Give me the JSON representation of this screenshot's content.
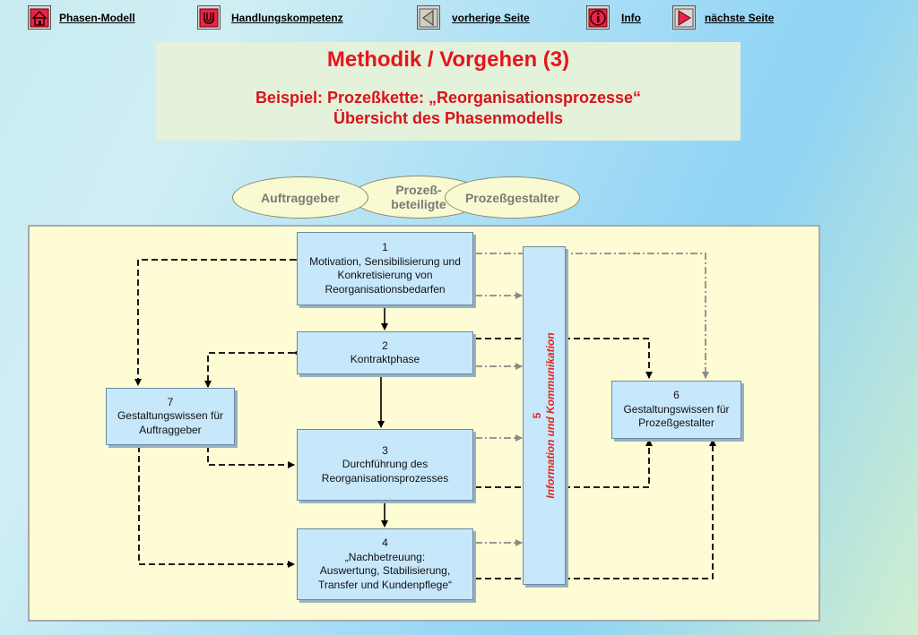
{
  "nav": {
    "phasen_modell": "Phasen-Modell",
    "handlungskompetenz": "Handlungskompetenz",
    "vorherige_seite": "vorherige Seite",
    "info": "Info",
    "naechste_seite": "nächste Seite",
    "icons": [
      "home-icon",
      "magnet-icon",
      "previous-arrow-icon",
      "info-icon",
      "next-arrow-icon"
    ]
  },
  "header": {
    "title": "Methodik / Vorgehen (3)",
    "subtitle_line1": "Beispiel: Prozeßkette: „Reorganisationsprozesse“",
    "subtitle_line2": "Übersicht des Phasenmodells"
  },
  "roles": {
    "auftraggeber": "Auftraggeber",
    "prozessbeteiligte_line1": "Prozeß-",
    "prozessbeteiligte_line2": "beteiligte",
    "prozessgestalter": "Prozeßgestalter"
  },
  "phases": {
    "p1": {
      "num": "1",
      "line1": "Motivation, Sensibilisierung und",
      "line2": "Konkretisierung von",
      "line3": "Reorganisationsbedarfen"
    },
    "p2": {
      "num": "2",
      "line1": "Kontraktphase"
    },
    "p3": {
      "num": "3",
      "line1": "Durchführung des",
      "line2": "Reorganisationsprozesses"
    },
    "p4": {
      "num": "4",
      "line1": "„Nachbetreuung:",
      "line2": "Auswertung, Stabilisierung,",
      "line3": "Transfer und Kundenpflege“"
    },
    "p5": {
      "num": "5",
      "label": "Information und Kommunikation"
    },
    "p6": {
      "num": "6",
      "line1": "Gestaltungswissen für",
      "line2": "Prozeßgestalter"
    },
    "p7": {
      "num": "7",
      "line1": "Gestaltungswissen für",
      "line2": "Auftraggeber"
    }
  },
  "colors": {
    "title_red": "#e8141a",
    "box_fill": "#c7e7fb",
    "area_fill": "#fdfcd4",
    "ellipse_fill": "#fafad2",
    "arrow_black": "#000000",
    "arrow_gray": "#8a8a8a"
  }
}
